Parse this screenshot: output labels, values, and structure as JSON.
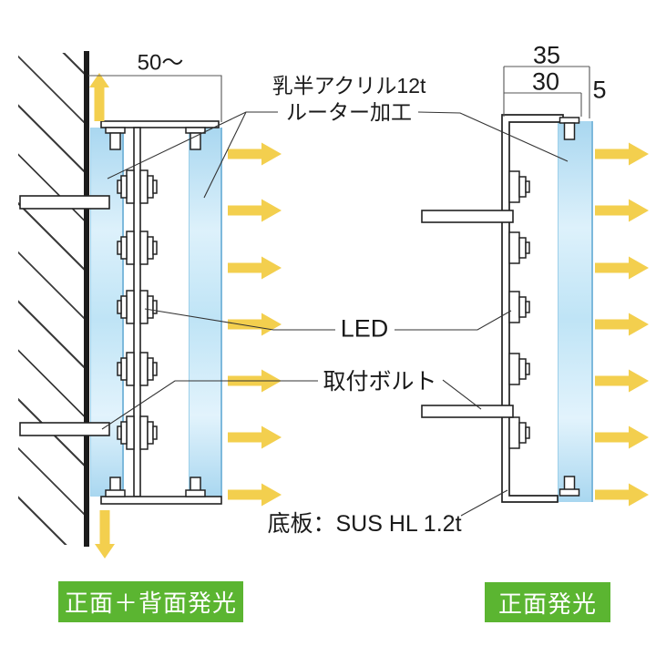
{
  "colors": {
    "accent_green": "#5bb531",
    "arrow_yellow": "#f3cf4e",
    "acrylic_blue": "#bfe4f6",
    "line": "#222222"
  },
  "labels": {
    "material_line1": "乳半アクリル12t",
    "material_line2": "ルーター加工",
    "led": "LED",
    "mounting_bolt": "取付ボルト",
    "bottom_plate": "底板：SUS HL 1.2t"
  },
  "dimensions": {
    "left_width": "50〜",
    "right_overall": "35",
    "right_inner": "30",
    "right_gap": "5"
  },
  "badges": {
    "front_back": "正面＋背面発光",
    "front_only": "正面発光"
  },
  "icons": {
    "right_arrow": "light-emission-arrow-right",
    "up_arrow": "light-emission-arrow-up",
    "down_arrow": "light-emission-arrow-down"
  }
}
